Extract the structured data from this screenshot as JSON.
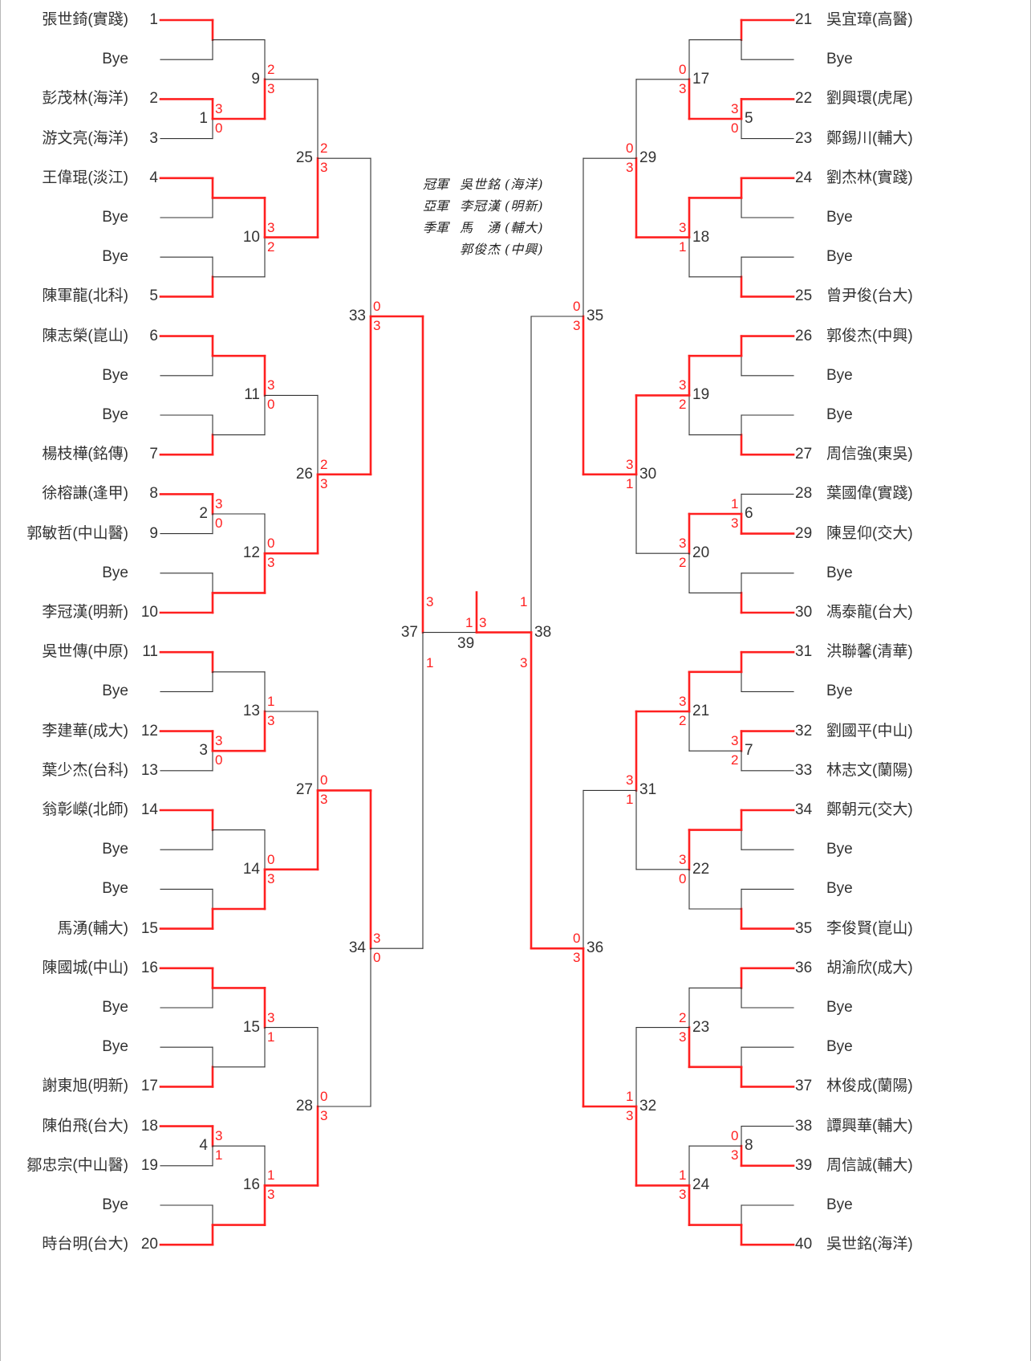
{
  "results": [
    {
      "title": "冠軍",
      "name": "吳世銘",
      "team": "(海洋)"
    },
    {
      "title": "亞軍",
      "name": "李冠漢",
      "team": "(明新)"
    },
    {
      "title": "季軍",
      "name": "馬　湧",
      "team": "(輔大)"
    },
    {
      "title": "",
      "name": "郭俊杰",
      "team": "(中興)"
    }
  ],
  "colors": {
    "winner_line": "#ff2020",
    "loser_line": "#333333",
    "text": "#333333",
    "score": "#ff2020"
  },
  "left_players": [
    {
      "name": "張世錡(實踐)",
      "seed": "1"
    },
    {
      "name": "Bye",
      "seed": ""
    },
    {
      "name": "彭茂林(海洋)",
      "seed": "2"
    },
    {
      "name": "游文亮(海洋)",
      "seed": "3"
    },
    {
      "name": "王偉琨(淡江)",
      "seed": "4"
    },
    {
      "name": "Bye",
      "seed": ""
    },
    {
      "name": "Bye",
      "seed": ""
    },
    {
      "name": "陳軍龍(北科)",
      "seed": "5"
    },
    {
      "name": "陳志榮(崑山)",
      "seed": "6"
    },
    {
      "name": "Bye",
      "seed": ""
    },
    {
      "name": "Bye",
      "seed": ""
    },
    {
      "name": "楊枝樺(銘傳)",
      "seed": "7"
    },
    {
      "name": "徐榕謙(逢甲)",
      "seed": "8"
    },
    {
      "name": "郭敏哲(中山醫)",
      "seed": "9"
    },
    {
      "name": "Bye",
      "seed": ""
    },
    {
      "name": "李冠漢(明新)",
      "seed": "10"
    },
    {
      "name": "吳世傳(中原)",
      "seed": "11"
    },
    {
      "name": "Bye",
      "seed": ""
    },
    {
      "name": "李建華(成大)",
      "seed": "12"
    },
    {
      "name": "葉少杰(台科)",
      "seed": "13"
    },
    {
      "name": "翁彰嶸(北師)",
      "seed": "14"
    },
    {
      "name": "Bye",
      "seed": ""
    },
    {
      "name": "Bye",
      "seed": ""
    },
    {
      "name": "馬湧(輔大)",
      "seed": "15"
    },
    {
      "name": "陳國城(中山)",
      "seed": "16"
    },
    {
      "name": "Bye",
      "seed": ""
    },
    {
      "name": "Bye",
      "seed": ""
    },
    {
      "name": "謝東旭(明新)",
      "seed": "17"
    },
    {
      "name": "陳伯飛(台大)",
      "seed": "18"
    },
    {
      "name": "鄒忠宗(中山醫)",
      "seed": "19"
    },
    {
      "name": "Bye",
      "seed": ""
    },
    {
      "name": "時台明(台大)",
      "seed": "20"
    }
  ],
  "right_players": [
    {
      "name": "吳宜璋(高醫)",
      "seed": "21"
    },
    {
      "name": "Bye",
      "seed": ""
    },
    {
      "name": "劉興環(虎尾)",
      "seed": "22"
    },
    {
      "name": "鄭錫川(輔大)",
      "seed": "23"
    },
    {
      "name": "劉杰林(實踐)",
      "seed": "24"
    },
    {
      "name": "Bye",
      "seed": ""
    },
    {
      "name": "Bye",
      "seed": ""
    },
    {
      "name": "曾尹俊(台大)",
      "seed": "25"
    },
    {
      "name": "郭俊杰(中興)",
      "seed": "26"
    },
    {
      "name": "Bye",
      "seed": ""
    },
    {
      "name": "Bye",
      "seed": ""
    },
    {
      "name": "周信強(東吳)",
      "seed": "27"
    },
    {
      "name": "葉國偉(實踐)",
      "seed": "28"
    },
    {
      "name": "陳昱仰(交大)",
      "seed": "29"
    },
    {
      "name": "Bye",
      "seed": ""
    },
    {
      "name": "馮泰龍(台大)",
      "seed": "30"
    },
    {
      "name": "洪聯馨(清華)",
      "seed": "31"
    },
    {
      "name": "Bye",
      "seed": ""
    },
    {
      "name": "劉國平(中山)",
      "seed": "32"
    },
    {
      "name": "林志文(蘭陽)",
      "seed": "33"
    },
    {
      "name": "鄭朝元(交大)",
      "seed": "34"
    },
    {
      "name": "Bye",
      "seed": ""
    },
    {
      "name": "Bye",
      "seed": ""
    },
    {
      "name": "李俊賢(崑山)",
      "seed": "35"
    },
    {
      "name": "胡渝欣(成大)",
      "seed": "36"
    },
    {
      "name": "Bye",
      "seed": ""
    },
    {
      "name": "Bye",
      "seed": ""
    },
    {
      "name": "林俊成(蘭陽)",
      "seed": "37"
    },
    {
      "name": "譚興華(輔大)",
      "seed": "38"
    },
    {
      "name": "周信誠(輔大)",
      "seed": "39"
    },
    {
      "name": "Bye",
      "seed": ""
    },
    {
      "name": "吳世銘(海洋)",
      "seed": "40"
    }
  ],
  "left_r1": [
    {
      "bye": true
    },
    {
      "num": "1",
      "top": "3",
      "bot": "0",
      "win": "top"
    },
    {
      "bye": true
    },
    {
      "bye": true
    },
    {
      "bye": true
    },
    {
      "bye": true
    },
    {
      "num": "2",
      "top": "3",
      "bot": "0",
      "win": "top"
    },
    {
      "bye": true
    },
    {
      "bye": true
    },
    {
      "num": "3",
      "top": "3",
      "bot": "0",
      "win": "top"
    },
    {
      "bye": true
    },
    {
      "bye": true
    },
    {
      "bye": true
    },
    {
      "bye": true
    },
    {
      "num": "4",
      "top": "3",
      "bot": "1",
      "win": "top"
    },
    {
      "bye": true
    }
  ],
  "left_r2": [
    {
      "num": "9",
      "top": "2",
      "bot": "3",
      "win": "bot"
    },
    {
      "num": "10",
      "top": "3",
      "bot": "2",
      "win": "top"
    },
    {
      "num": "11",
      "top": "3",
      "bot": "0",
      "win": "top"
    },
    {
      "num": "12",
      "top": "0",
      "bot": "3",
      "win": "bot"
    },
    {
      "num": "13",
      "top": "1",
      "bot": "3",
      "win": "bot"
    },
    {
      "num": "14",
      "top": "0",
      "bot": "3",
      "win": "bot"
    },
    {
      "num": "15",
      "top": "3",
      "bot": "1",
      "win": "top"
    },
    {
      "num": "16",
      "top": "1",
      "bot": "3",
      "win": "bot"
    }
  ],
  "left_r3": [
    {
      "num": "25",
      "top": "2",
      "bot": "3",
      "win": "bot"
    },
    {
      "num": "26",
      "top": "2",
      "bot": "3",
      "win": "bot"
    },
    {
      "num": "27",
      "top": "0",
      "bot": "3",
      "win": "bot"
    },
    {
      "num": "28",
      "top": "0",
      "bot": "3",
      "win": "bot"
    }
  ],
  "left_r4": [
    {
      "num": "33",
      "top": "0",
      "bot": "3",
      "win": "bot"
    },
    {
      "num": "34",
      "top": "3",
      "bot": "0",
      "win": "top"
    }
  ],
  "left_r5": {
    "num": "37",
    "top": "3",
    "bot": "1",
    "win": "top"
  },
  "right_r1": [
    {
      "bye": true
    },
    {
      "num": "5",
      "top": "3",
      "bot": "0",
      "win": "top"
    },
    {
      "bye": true
    },
    {
      "bye": true
    },
    {
      "bye": true
    },
    {
      "bye": true
    },
    {
      "num": "6",
      "top": "1",
      "bot": "3",
      "win": "bot"
    },
    {
      "bye": true
    },
    {
      "bye": true
    },
    {
      "num": "7",
      "top": "3",
      "bot": "2",
      "win": "top"
    },
    {
      "bye": true
    },
    {
      "bye": true
    },
    {
      "bye": true
    },
    {
      "bye": true
    },
    {
      "num": "8",
      "top": "0",
      "bot": "3",
      "win": "bot"
    },
    {
      "bye": true
    }
  ],
  "right_r2": [
    {
      "num": "17",
      "top": "0",
      "bot": "3",
      "win": "bot"
    },
    {
      "num": "18",
      "top": "3",
      "bot": "1",
      "win": "top"
    },
    {
      "num": "19",
      "top": "3",
      "bot": "2",
      "win": "top"
    },
    {
      "num": "20",
      "top": "3",
      "bot": "2",
      "win": "top"
    },
    {
      "num": "21",
      "top": "3",
      "bot": "2",
      "win": "top"
    },
    {
      "num": "22",
      "top": "3",
      "bot": "0",
      "win": "top"
    },
    {
      "num": "23",
      "top": "2",
      "bot": "3",
      "win": "bot"
    },
    {
      "num": "24",
      "top": "1",
      "bot": "3",
      "win": "bot"
    }
  ],
  "right_r3": [
    {
      "num": "29",
      "top": "0",
      "bot": "3",
      "win": "bot"
    },
    {
      "num": "30",
      "top": "3",
      "bot": "1",
      "win": "top"
    },
    {
      "num": "31",
      "top": "3",
      "bot": "1",
      "win": "top"
    },
    {
      "num": "32",
      "top": "1",
      "bot": "3",
      "win": "bot"
    }
  ],
  "right_r4": [
    {
      "num": "35",
      "top": "0",
      "bot": "3",
      "win": "bot"
    },
    {
      "num": "36",
      "top": "0",
      "bot": "3",
      "win": "bot"
    }
  ],
  "right_r5": {
    "num": "38",
    "top": "1",
    "bot": "3",
    "win": "bot"
  },
  "final": {
    "num": "39",
    "left_score": "1",
    "right_score": "3",
    "win": "right"
  }
}
